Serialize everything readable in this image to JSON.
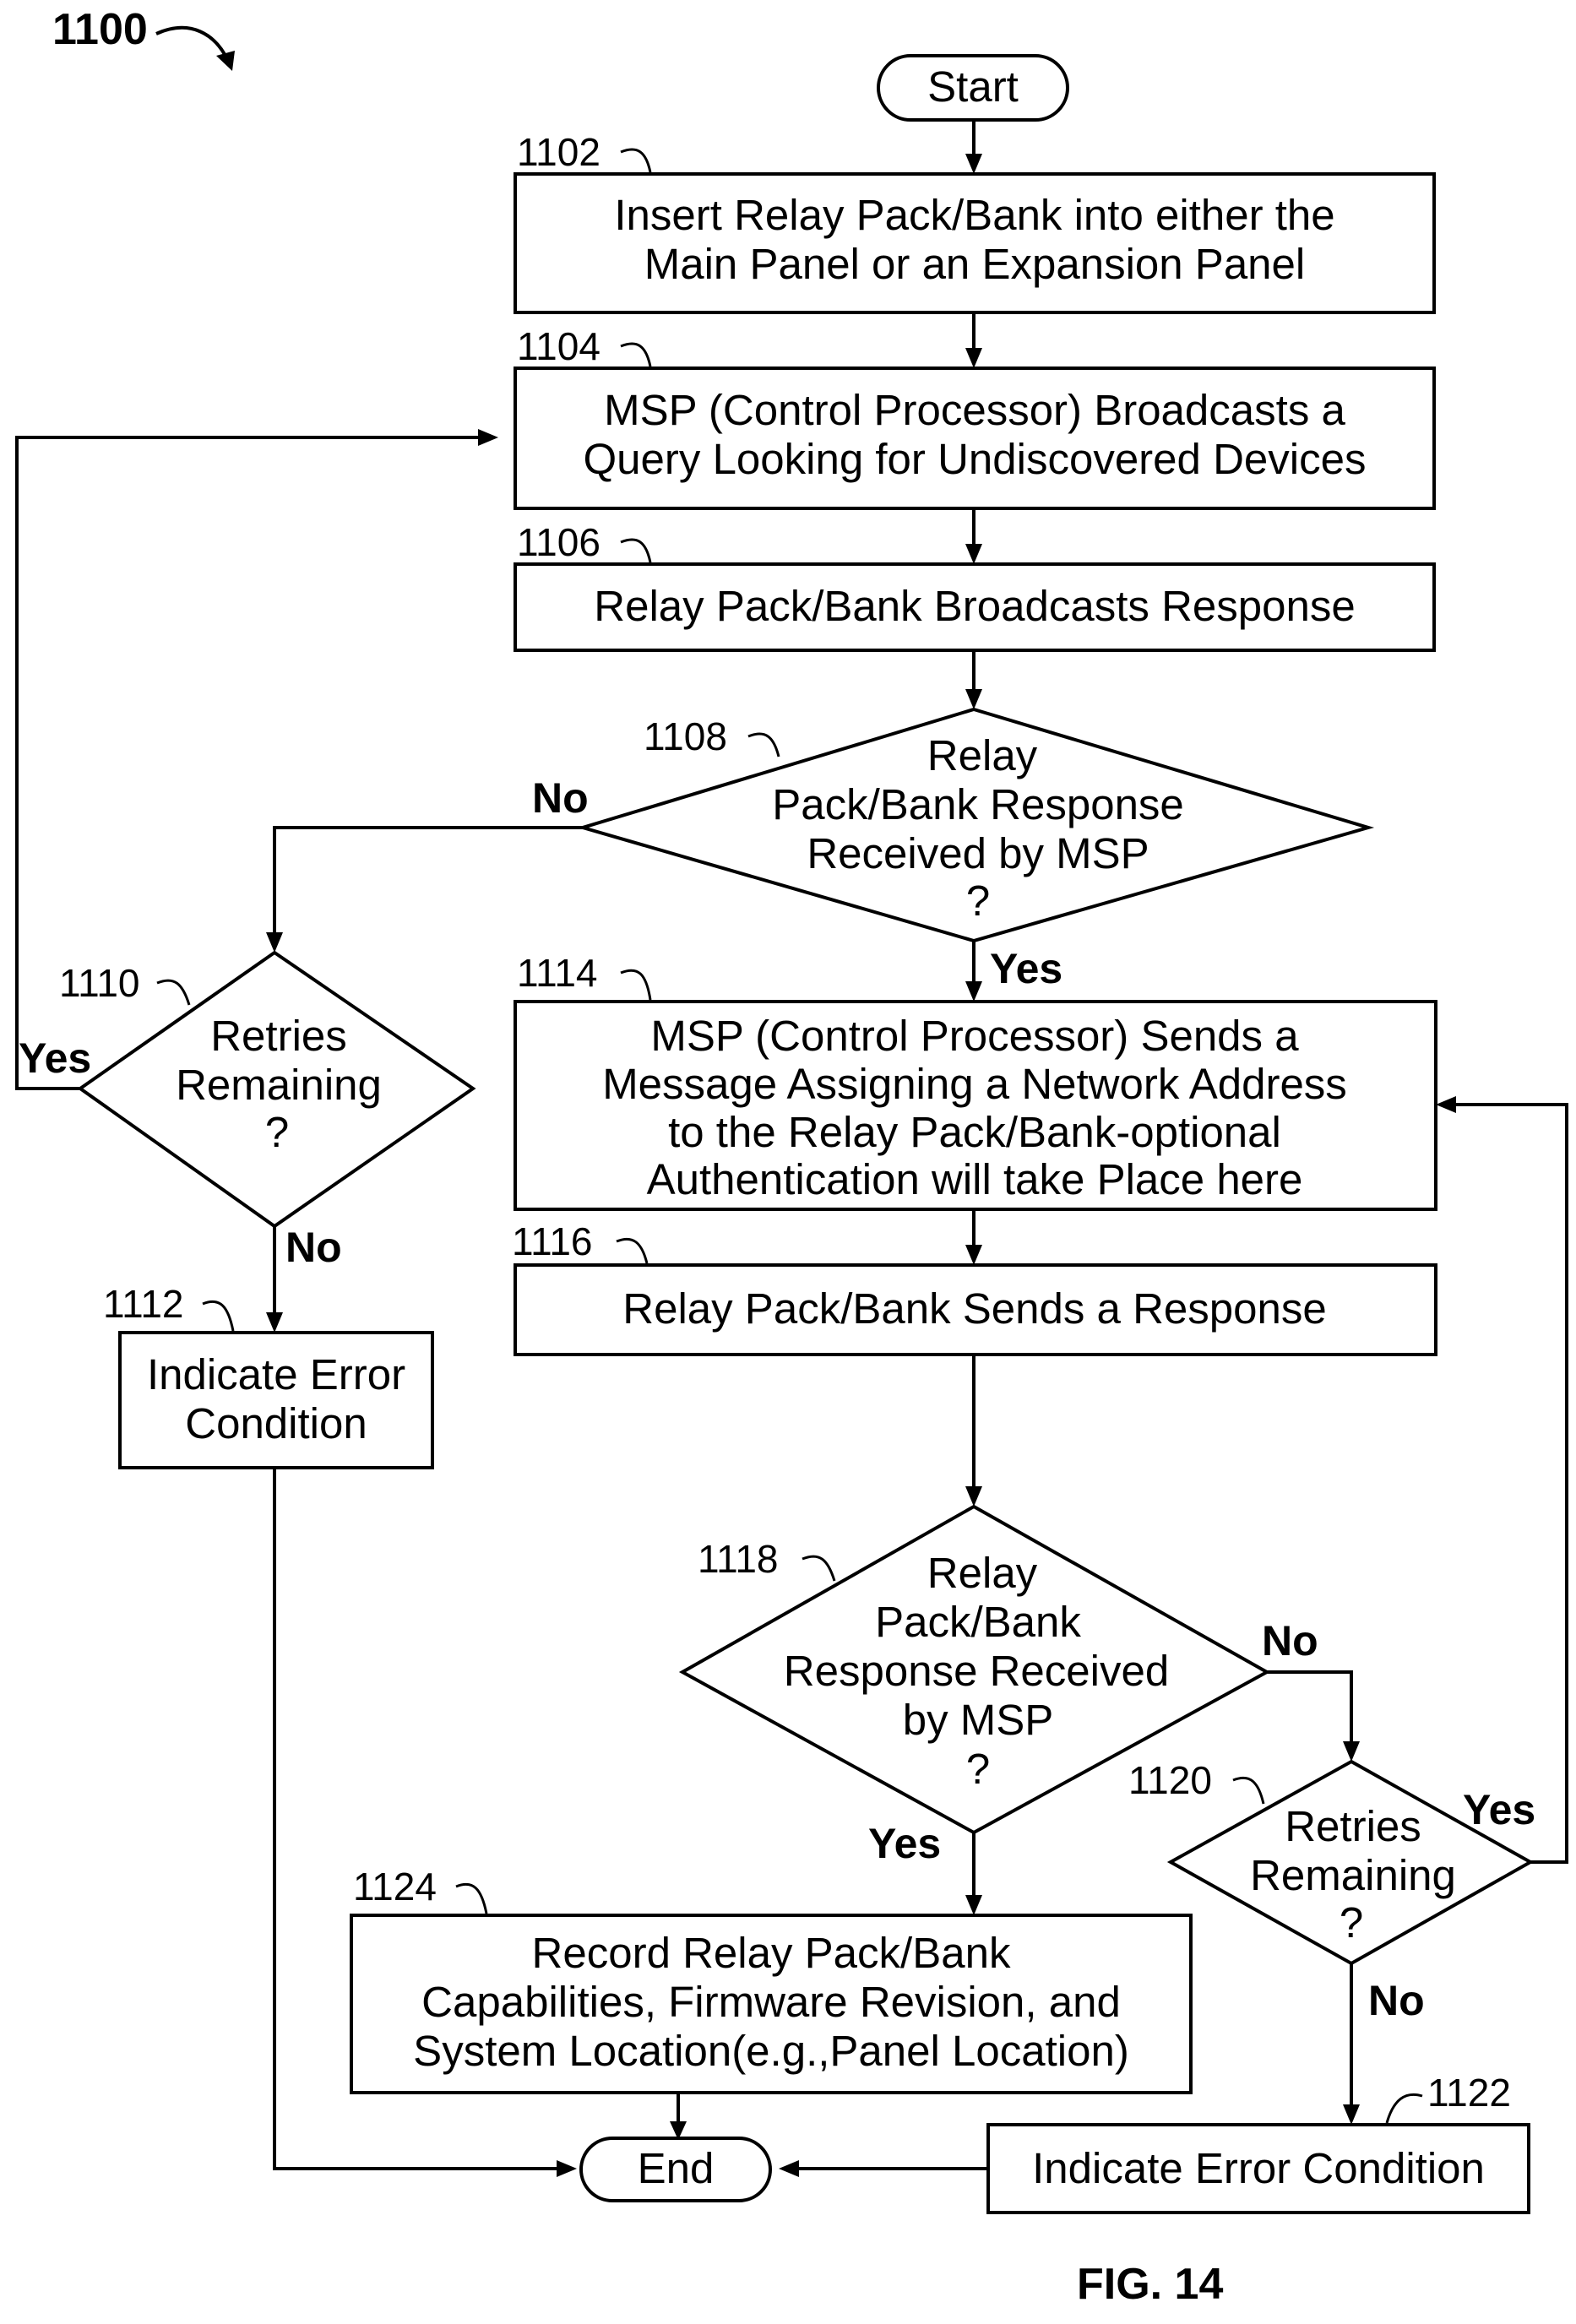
{
  "figure": {
    "number": "1100",
    "caption": "FIG. 14"
  },
  "terminals": {
    "start": "Start",
    "end": "End"
  },
  "steps": {
    "s1102": {
      "ref": "1102",
      "lines": [
        "Insert Relay Pack/Bank into either the",
        "Main Panel or an Expansion Panel"
      ]
    },
    "s1104": {
      "ref": "1104",
      "lines": [
        "MSP (Control Processor) Broadcasts a",
        "Query Looking for Undiscovered Devices"
      ]
    },
    "s1106": {
      "ref": "1106",
      "lines": [
        "Relay Pack/Bank Broadcasts Response"
      ]
    },
    "s1108": {
      "ref": "1108",
      "lines": [
        "Relay",
        "Pack/Bank Response",
        "Received by MSP",
        "?"
      ]
    },
    "s1110": {
      "ref": "1110",
      "lines": [
        "Retries",
        "Remaining",
        "?"
      ]
    },
    "s1112": {
      "ref": "1112",
      "lines": [
        "Indicate Error",
        "Condition"
      ]
    },
    "s1114": {
      "ref": "1114",
      "lines": [
        "MSP (Control Processor) Sends a",
        "Message Assigning a Network Address",
        "to the Relay Pack/Bank-optional",
        "Authentication will take Place here"
      ]
    },
    "s1116": {
      "ref": "1116",
      "lines": [
        "Relay Pack/Bank Sends a Response"
      ]
    },
    "s1118": {
      "ref": "1118",
      "lines": [
        "Relay",
        "Pack/Bank",
        "Response Received",
        "by MSP",
        "?"
      ]
    },
    "s1120": {
      "ref": "1120",
      "lines": [
        "Retries",
        "Remaining",
        "?"
      ]
    },
    "s1122": {
      "ref": "1122",
      "lines": [
        "Indicate Error Condition"
      ]
    },
    "s1124": {
      "ref": "1124",
      "lines": [
        "Record Relay Pack/Bank",
        "Capabilities, Firmware Revision, and",
        "System Location(e.g.,Panel Location)"
      ]
    }
  },
  "branches": {
    "d1108_no": "No",
    "d1108_yes": "Yes",
    "d1110_yes": "Yes",
    "d1110_no": "No",
    "d1118_no": "No",
    "d1118_yes": "Yes",
    "d1120_yes": "Yes",
    "d1120_no": "No"
  }
}
